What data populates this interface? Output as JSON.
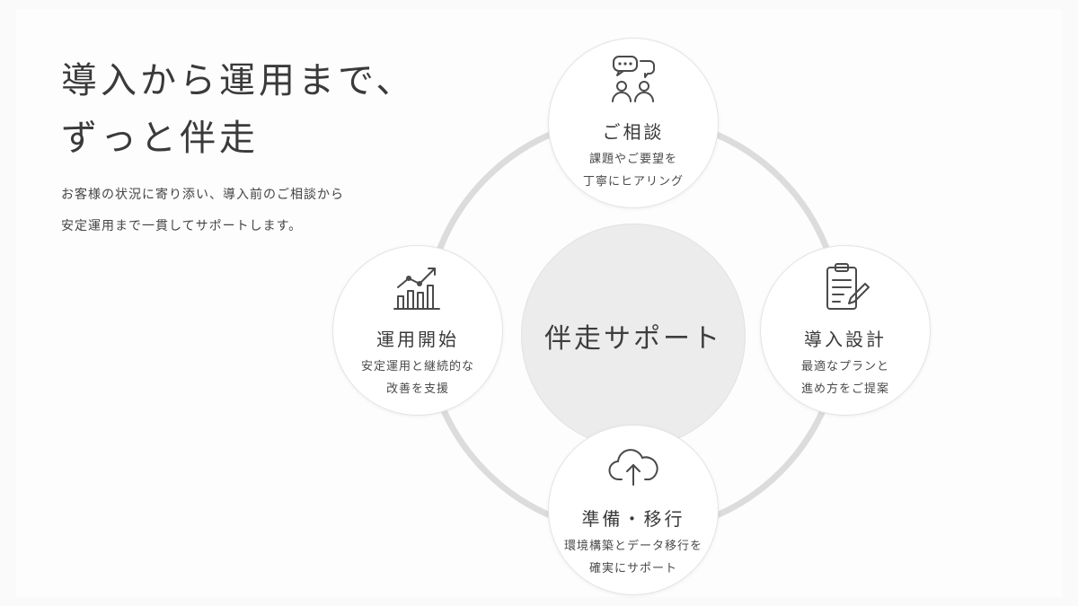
{
  "headline": {
    "line1": "導入から運用まで、",
    "line2": "ずっと伴走"
  },
  "lead": {
    "line1": "お客様の状況に寄り添い、導入前のご相談から",
    "line2": "安定運用まで一貫してサポートします。"
  },
  "cycle": {
    "center_label": "伴走サポート",
    "steps": [
      {
        "title": "ご相談",
        "desc_line1": "課題やご要望を",
        "desc_line2": "丁寧にヒアリング",
        "icon": "consultation-icon"
      },
      {
        "title": "導入設計",
        "desc_line1": "最適なプランと",
        "desc_line2": "進め方をご提案",
        "icon": "clipboard-pen-icon"
      },
      {
        "title": "準備・移行",
        "desc_line1": "環境構築とデータ移行を",
        "desc_line2": "確実にサポート",
        "icon": "cloud-upload-icon"
      },
      {
        "title": "運用開始",
        "desc_line1": "安定運用と継続的な",
        "desc_line2": "改善を支援",
        "icon": "growth-chart-icon"
      }
    ]
  },
  "colors": {
    "text": "#3a3a3a",
    "ring": "#dcdcdc",
    "center_fill": "#ececec",
    "node_fill": "#ffffff"
  }
}
